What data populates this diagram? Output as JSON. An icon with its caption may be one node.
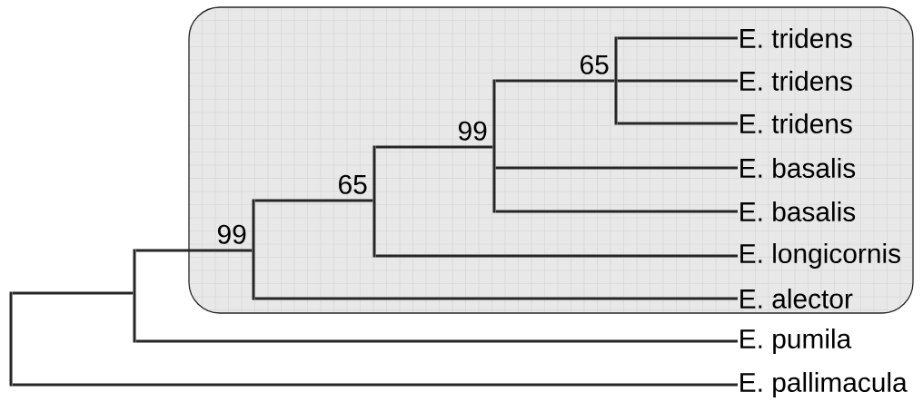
{
  "diagram": {
    "nodes": [
      {
        "text": [],
        "shape": "box"
      },
      {
        "text": [],
        "shape": "bar",
        "beside": [
          "65"
        ],
        "in": 0
      },
      {
        "text": [
          "E. tridens"
        ],
        "in": 0
      },
      {
        "text": [
          "E. tridens"
        ],
        "in": 0
      },
      {
        "text": [
          "E. tridens"
        ],
        "in": 0
      },
      {
        "text": [],
        "shape": "bar",
        "beside": [
          "99"
        ],
        "in": 0
      },
      {
        "text": [
          "E. basalis"
        ],
        "in": 0
      },
      {
        "text": [
          "E. basalis"
        ],
        "in": 0
      },
      {
        "text": [],
        "shape": "bar",
        "beside": [
          "65"
        ],
        "in": 0
      },
      {
        "text": [
          "E. longicornis"
        ],
        "in": 0
      },
      {
        "text": [],
        "shape": "bar",
        "beside": [
          "99"
        ],
        "in": 0
      },
      {
        "text": [
          "E. alector"
        ],
        "in": 0
      },
      {
        "text": [],
        "shape": "bar"
      },
      {
        "text": [
          "E. pumila"
        ]
      },
      {
        "text": [],
        "shape": "bar"
      },
      {
        "text": [
          "E. pallimacula"
        ]
      }
    ],
    "edges": [
      {
        "from": 1,
        "to": 2,
        "arrow": "none"
      },
      {
        "from": 1,
        "to": 3,
        "arrow": "none"
      },
      {
        "from": 1,
        "to": 4,
        "arrow": "none"
      },
      {
        "from": 5,
        "to": 1,
        "arrow": "none"
      },
      {
        "from": 5,
        "to": 6,
        "arrow": "none"
      },
      {
        "from": 5,
        "to": 7,
        "arrow": "none"
      },
      {
        "from": 8,
        "to": 5,
        "arrow": "none"
      },
      {
        "from": 8,
        "to": 9,
        "arrow": "none"
      },
      {
        "from": 10,
        "to": 8,
        "arrow": "none"
      },
      {
        "from": 10,
        "to": 11,
        "arrow": "none"
      },
      {
        "from": 14,
        "to": 10,
        "arrow": "none"
      },
      {
        "from": 14,
        "to": 13,
        "arrow": "none"
      },
      {
        "from": 12,
        "to": 14,
        "arrow": "none"
      },
      {
        "from": 12,
        "to": 15,
        "arrow": "none"
      }
    ]
  }
}
